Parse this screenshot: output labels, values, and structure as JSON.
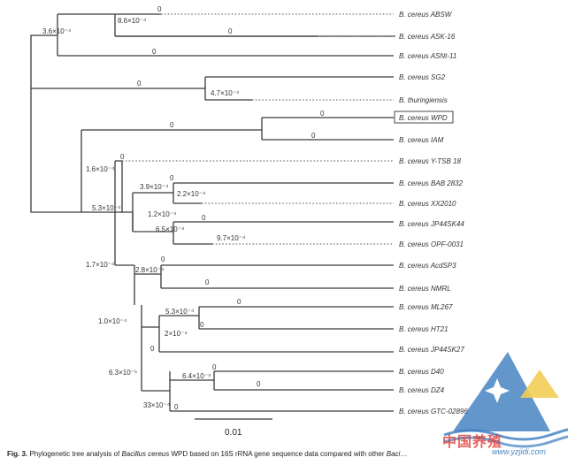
{
  "tree": {
    "taxa": [
      {
        "id": "absw",
        "genus": "B.",
        "name": "cereus ABSW",
        "boxed": false
      },
      {
        "id": "ask16",
        "genus": "B.",
        "name": "cereus ASK-16",
        "boxed": false
      },
      {
        "id": "asnt11",
        "genus": "B.",
        "name": "cereus ASNt-11",
        "boxed": false
      },
      {
        "id": "sg2",
        "genus": "B.",
        "name": "cereus SG2",
        "boxed": false
      },
      {
        "id": "thur",
        "genus": "B.",
        "name": "thuringiensis",
        "boxed": false
      },
      {
        "id": "wpd",
        "genus": "B.",
        "name": "cereus WPD",
        "boxed": true
      },
      {
        "id": "iam",
        "genus": "B.",
        "name": "cereus IAM",
        "boxed": false
      },
      {
        "id": "ytsb18",
        "genus": "B.",
        "name": "cereus Y-TSB 18",
        "boxed": false
      },
      {
        "id": "bab2832",
        "genus": "B.",
        "name": "cereus BAB 2832",
        "boxed": false
      },
      {
        "id": "xx2010",
        "genus": "B.",
        "name": "cereus XX2010",
        "boxed": false
      },
      {
        "id": "jp44sk44",
        "genus": "B.",
        "name": "cereus JP44SK44",
        "boxed": false
      },
      {
        "id": "opf0031",
        "genus": "B.",
        "name": "cereus OPF-0031",
        "boxed": false
      },
      {
        "id": "acdsp3",
        "genus": "B.",
        "name": "cereus AcdSP3",
        "boxed": false
      },
      {
        "id": "nmrl",
        "genus": "B.",
        "name": "cereus NMRL",
        "boxed": false
      },
      {
        "id": "ml267",
        "genus": "B.",
        "name": "cereus ML267",
        "boxed": false
      },
      {
        "id": "ht21",
        "genus": "B.",
        "name": "cereus HT21",
        "boxed": false
      },
      {
        "id": "jp44sk27",
        "genus": "B.",
        "name": "cereus JP44SK27",
        "boxed": false
      },
      {
        "id": "d40",
        "genus": "B.",
        "name": "cereus D40",
        "boxed": false
      },
      {
        "id": "dz4",
        "genus": "B.",
        "name": "cereus DZ4",
        "boxed": false
      },
      {
        "id": "gtc02896",
        "genus": "B.",
        "name": "cereus GTC-02896",
        "boxed": false
      }
    ],
    "branch_labels": [
      {
        "id": "bl-absw",
        "text": "0"
      },
      {
        "id": "bl-absw-ask",
        "text": "8.6×10⁻⁴"
      },
      {
        "id": "bl-ask16",
        "text": "0"
      },
      {
        "id": "bl-top",
        "text": "3.6×10⁻⁴"
      },
      {
        "id": "bl-asnt",
        "text": "0"
      },
      {
        "id": "bl-sg2grp",
        "text": "0"
      },
      {
        "id": "bl-thur",
        "text": "4.7×10⁻⁴"
      },
      {
        "id": "bl-wpdgrp",
        "text": "0"
      },
      {
        "id": "bl-wpd",
        "text": "0"
      },
      {
        "id": "bl-iam",
        "text": "0"
      },
      {
        "id": "bl-lower",
        "text": "1.6×10⁻⁴"
      },
      {
        "id": "bl-ytsb",
        "text": "0"
      },
      {
        "id": "bl-53",
        "text": "5.3×10⁻⁴"
      },
      {
        "id": "bl-39",
        "text": "3.9×10⁻⁴"
      },
      {
        "id": "bl-bab",
        "text": "0"
      },
      {
        "id": "bl-xx",
        "text": "2.2×10⁻⁴"
      },
      {
        "id": "bl-12",
        "text": "1.2×10⁻⁴"
      },
      {
        "id": "bl-jp44",
        "text": "0"
      },
      {
        "id": "bl-65",
        "text": "6.5×10⁻⁴"
      },
      {
        "id": "bl-opf",
        "text": "9.7×10⁻⁴"
      },
      {
        "id": "bl-17",
        "text": "1.7×10⁻⁴"
      },
      {
        "id": "bl-28",
        "text": "2.8×10⁻⁴"
      },
      {
        "id": "bl-acd",
        "text": "0"
      },
      {
        "id": "bl-nmrl",
        "text": "0"
      },
      {
        "id": "bl-10",
        "text": "1.0×10⁻⁴"
      },
      {
        "id": "bl-53b",
        "text": "5.3×10⁻⁴"
      },
      {
        "id": "bl-ml",
        "text": "0"
      },
      {
        "id": "bl-2",
        "text": "2×10⁻⁴"
      },
      {
        "id": "bl-ht",
        "text": "0"
      },
      {
        "id": "bl-jp27",
        "text": "0"
      },
      {
        "id": "bl-63",
        "text": "6.3×10⁻⁵"
      },
      {
        "id": "bl-64",
        "text": "6.4×10⁻⁴"
      },
      {
        "id": "bl-d40",
        "text": "0"
      },
      {
        "id": "bl-dz4",
        "text": "0"
      },
      {
        "id": "bl-33",
        "text": "33×10⁻⁴"
      },
      {
        "id": "bl-gtc",
        "text": "0"
      }
    ],
    "scale_bar_label": "0.01"
  },
  "caption": {
    "fig_label": "Fig. 3.",
    "text_before": "Phylogenetic tree analysis of",
    "organism": "Bacillus cereus",
    "text_after": "WPD based on 16S rRNA gene sequence data compared with other",
    "organism_short": "Baci",
    "tail": "…"
  },
  "watermark": {
    "text": "中国养殖",
    "url": "www.yzjidi.com"
  },
  "colors": {
    "line": "#3a3a3a",
    "watermark_blue": "#1a66b3",
    "watermark_yellow": "#f2c43a",
    "watermark_red": "#e0312a"
  }
}
